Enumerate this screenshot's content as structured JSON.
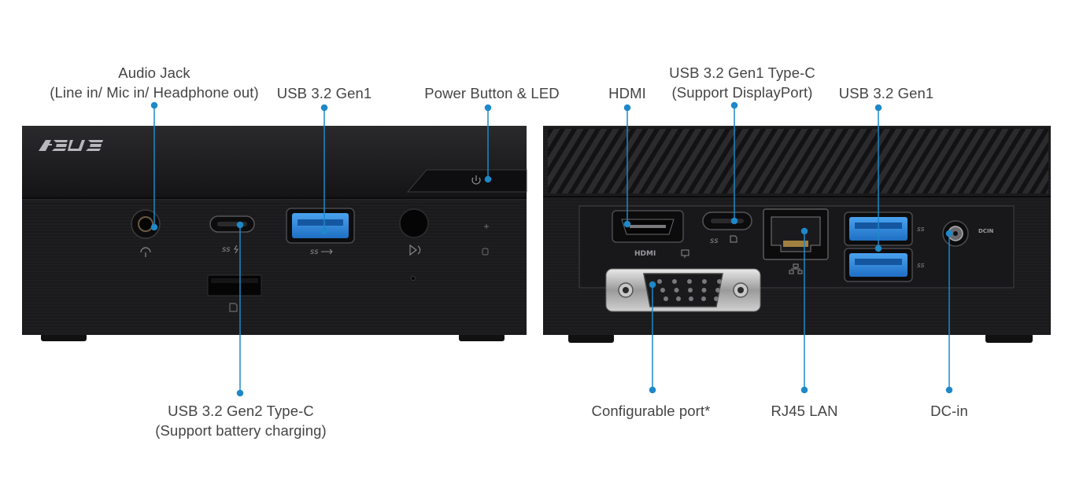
{
  "colors": {
    "callout": "#1e88c8",
    "label_text": "#444444",
    "chassis": "#1b1b1d",
    "chassis_dark": "#0f0f10",
    "usb_blue": "#2f8fe0"
  },
  "front_panel": {
    "brand_logo": "ASUS",
    "callouts": {
      "audio_jack": {
        "line1": "Audio Jack",
        "line2": "(Line in/ Mic in/ Headphone out)"
      },
      "usb_gen1": {
        "line1": "USB 3.2 Gen1"
      },
      "power_button": {
        "line1": "Power Button & LED"
      },
      "usb_c_gen2": {
        "line1": "USB 3.2 Gen2 Type-C",
        "line2": "(Support battery charging)"
      }
    },
    "port_markings": {
      "ss": "ss",
      "ss_charge": "ss"
    }
  },
  "rear_panel": {
    "callouts": {
      "hdmi": {
        "line1": "HDMI"
      },
      "usb_c_gen1": {
        "line1": "USB 3.2 Gen1 Type-C",
        "line2": "(Support DisplayPort)"
      },
      "usb_gen1": {
        "line1": "USB 3.2 Gen1"
      },
      "configurable_port": {
        "line1": "Configurable port*"
      },
      "rj45": {
        "line1": "RJ45 LAN"
      },
      "dc_in": {
        "line1": "DC-in"
      }
    },
    "port_markings": {
      "hdmi": "HDMI",
      "dcin": "DCIN",
      "ss": "ss"
    }
  }
}
